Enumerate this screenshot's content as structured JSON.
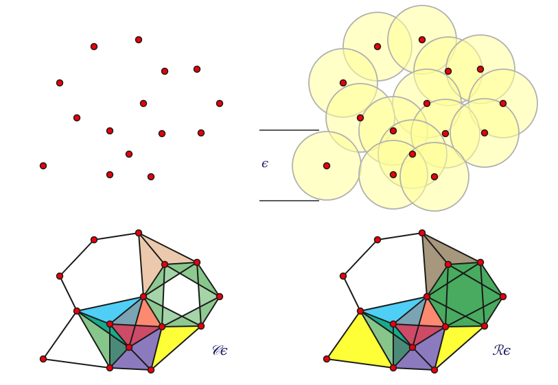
{
  "labels": {
    "epsilon": "ϵ",
    "cech_complex": "𝒞ϵ",
    "rips_complex": "ℛϵ"
  },
  "colors": {
    "point_fill": "#e8000b",
    "point_stroke": "#1a1a1a",
    "ball_fill": "#ffff99",
    "ball_stroke": "#b0b0b0",
    "tan": "#ecc9ad",
    "brown": "#a7977c",
    "green_light": "#86c68a",
    "green_dark": "#48ab5f",
    "blue": "#4fcff5",
    "slate": "#7aa4b3",
    "orange": "#fb8a70",
    "crimson": "#cd4b66",
    "purple": "#8c7abf",
    "yellow": "#ffff38",
    "teal": "#17ab8c",
    "teal_dark": "#4b8a78"
  }
}
